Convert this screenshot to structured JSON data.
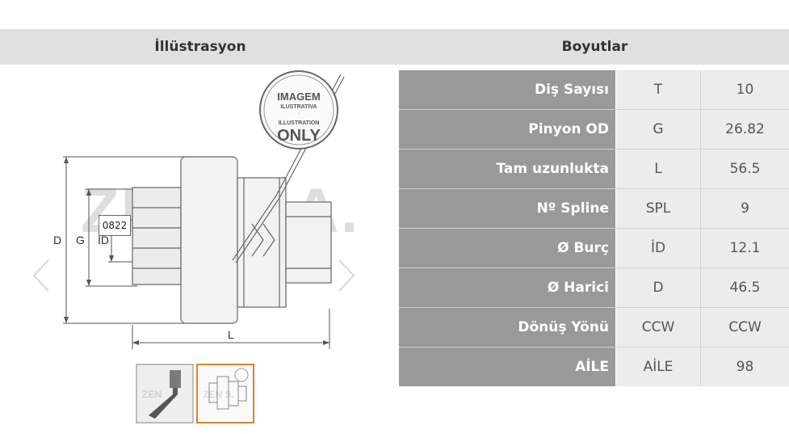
{
  "header": {
    "illustration_title": "İllüstrasyon",
    "dimensions_title": "Boyutlar"
  },
  "illustration": {
    "stamp_line1": "IMAGEM",
    "stamp_line2": "ILUSTRATIVA",
    "stamp_line3": "ILLUSTRATION",
    "stamp_line4": "ONLY",
    "watermark": "ZEN S.A.",
    "code_label": "0822",
    "dim_D": "D",
    "dim_G": "G",
    "dim_ID": "ID",
    "dim_L": "L"
  },
  "dimensions": [
    {
      "label": "Diş Sayısı",
      "symbol": "T",
      "value": "10"
    },
    {
      "label": "Pinyon OD",
      "symbol": "G",
      "value": "26.82"
    },
    {
      "label": "Tam uzunlukta",
      "symbol": "L",
      "value": "56.5"
    },
    {
      "label": "Nº Spline",
      "symbol": "SPL",
      "value": "9"
    },
    {
      "label": "Ø Burç",
      "symbol": "İD",
      "value": "12.1"
    },
    {
      "label": "Ø Harici",
      "symbol": "D",
      "value": "46.5"
    },
    {
      "label": "Dönüş Yönü",
      "symbol": "CCW",
      "value": "CCW"
    },
    {
      "label": "AİLE",
      "symbol": "AİLE",
      "value": "98"
    }
  ],
  "colors": {
    "header_bg": "#e0e0e0",
    "label_bg": "#999999",
    "cell_bg": "#ececec",
    "active_thumb_border": "#d9822b"
  },
  "icons": {
    "prev": "chevron-left-icon",
    "next": "chevron-right-icon"
  }
}
